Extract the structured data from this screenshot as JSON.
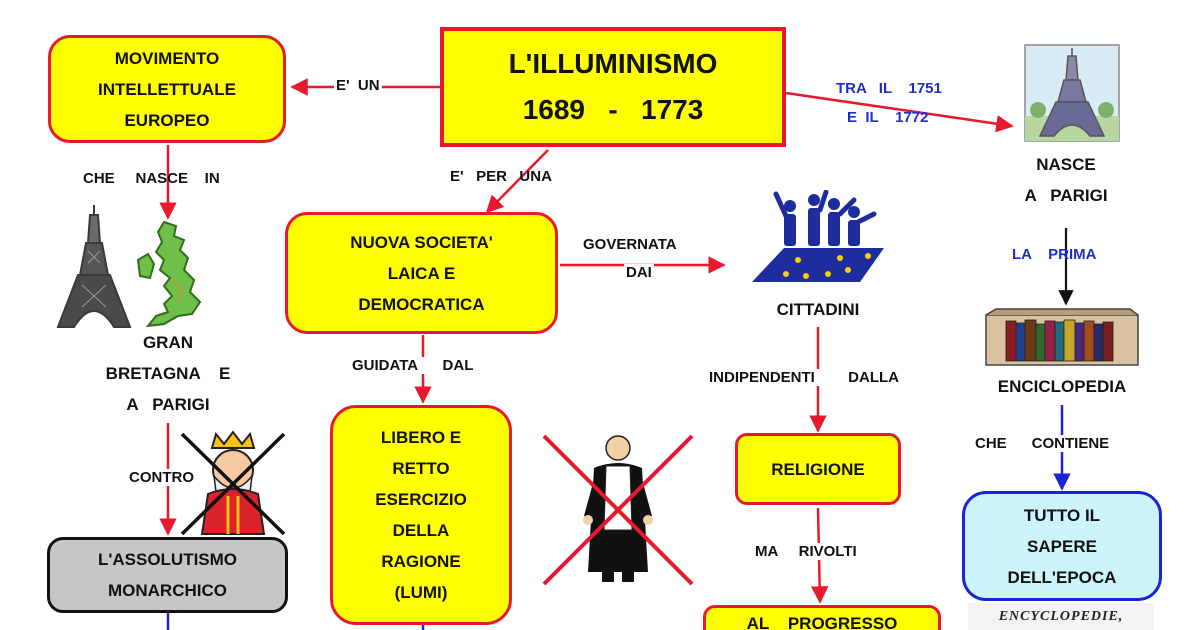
{
  "title_box": {
    "line1": "L'ILLUMINISMO",
    "line2": "1689   -   1773"
  },
  "nodes": {
    "movimento": "MOVIMENTO\nINTELLETTUALE\nEUROPEO",
    "nuova_societa": "NUOVA     SOCIETA'\nLAICA   E\nDEMOCRATICA",
    "assolutismo": "L'ASSOLUTISMO\nMONARCHICO",
    "libero": "LIBERO   E\nRETTO\nESERCIZIO\nDELLA\nRAGIONE\n(LUMI)",
    "religione": "RELIGIONE",
    "progresso": "AL    PROGRESSO",
    "tutto_sapere": "TUTTO   IL\nSAPERE\nDELL'EPOCA",
    "gran_bretagna": "GRAN\nBRETAGNA    E\nA   PARIGI",
    "cittadini": "CITTADINI",
    "nasce_parigi": "NASCE\nA   PARIGI",
    "enciclopedia": "ENCICLOPEDIA"
  },
  "links": {
    "e_un": "E'  UN",
    "che_nasce_in": "CHE     NASCE    IN",
    "e_per_una": "E'   PER   UNA",
    "governata": "GOVERNATA",
    "dai": "DAI",
    "guidata_dal": "GUIDATA      DAL",
    "contro": "CONTRO",
    "tra_il": "TRA   IL    1751",
    "e_il": "E  IL    1772",
    "la_prima": "LA    PRIMA",
    "indipendenti": "INDIPENDENTI        DALLA",
    "che_contiene": "CHE      CONTIENE",
    "ma_rivolti": "MA     RIVOLTI"
  },
  "encyclopedie_caption": "ENCYCLOPEDIE,",
  "colors": {
    "box_fill": "#ffff00",
    "box_border": "#e8192c",
    "arrow_red": "#e8192c",
    "arrow_blue": "#1a24d8",
    "grey_fill": "#c6c6c6",
    "blue_fill": "#cdf3fb",
    "blue_label": "#1f2ec4"
  },
  "icons": [
    "eiffel-tower-icon",
    "great-britain-map-icon",
    "crossed-king-icon",
    "crossed-priest-icon",
    "citizens-europe-icon",
    "eiffel-postcard-icon",
    "books-shelf-icon"
  ]
}
